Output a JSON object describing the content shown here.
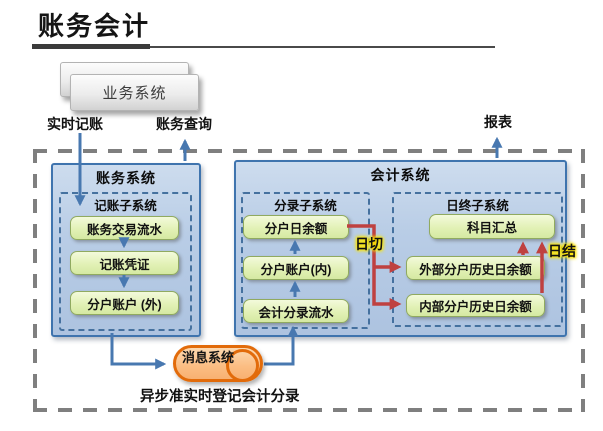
{
  "page": {
    "title": "账务会计"
  },
  "business_system": {
    "label": "业务系统"
  },
  "flow_labels": {
    "realtime_booking": "实时记账",
    "account_query": "账务查询",
    "report": "报表",
    "day_cut": "日切",
    "day_settle": "日结",
    "async_note": "异步准实时登记会计分录"
  },
  "message_system": {
    "label": "消息系统"
  },
  "account_system": {
    "title": "账务系统",
    "booking_subsystem": {
      "title": "记账子系统",
      "items": [
        "账务交易流水",
        "记账凭证",
        "分户账户 (外)"
      ]
    }
  },
  "accounting_system": {
    "title": "会计系统",
    "entry_subsystem": {
      "title": "分录子系统",
      "items": [
        "分户日余额",
        "分户账户(内)",
        "会计分录流水"
      ]
    },
    "day_end_subsystem": {
      "title": "日终子系统",
      "items": [
        "科目汇总",
        "外部分户历史日余额",
        "内部分户历史日余额"
      ]
    }
  },
  "colors": {
    "panel_fill": "#b9cde6",
    "panel_border": "#3f74ae",
    "node_fill": "#e2f1b6",
    "node_border": "#90aa60",
    "arrow_blue": "#4878b0",
    "arrow_red": "#bf4140",
    "message_border": "#e26b0a",
    "message_fill": "#fbbd82",
    "highlight_yellow": "#ffe600",
    "boundary_dash": "#7f7f7f"
  }
}
